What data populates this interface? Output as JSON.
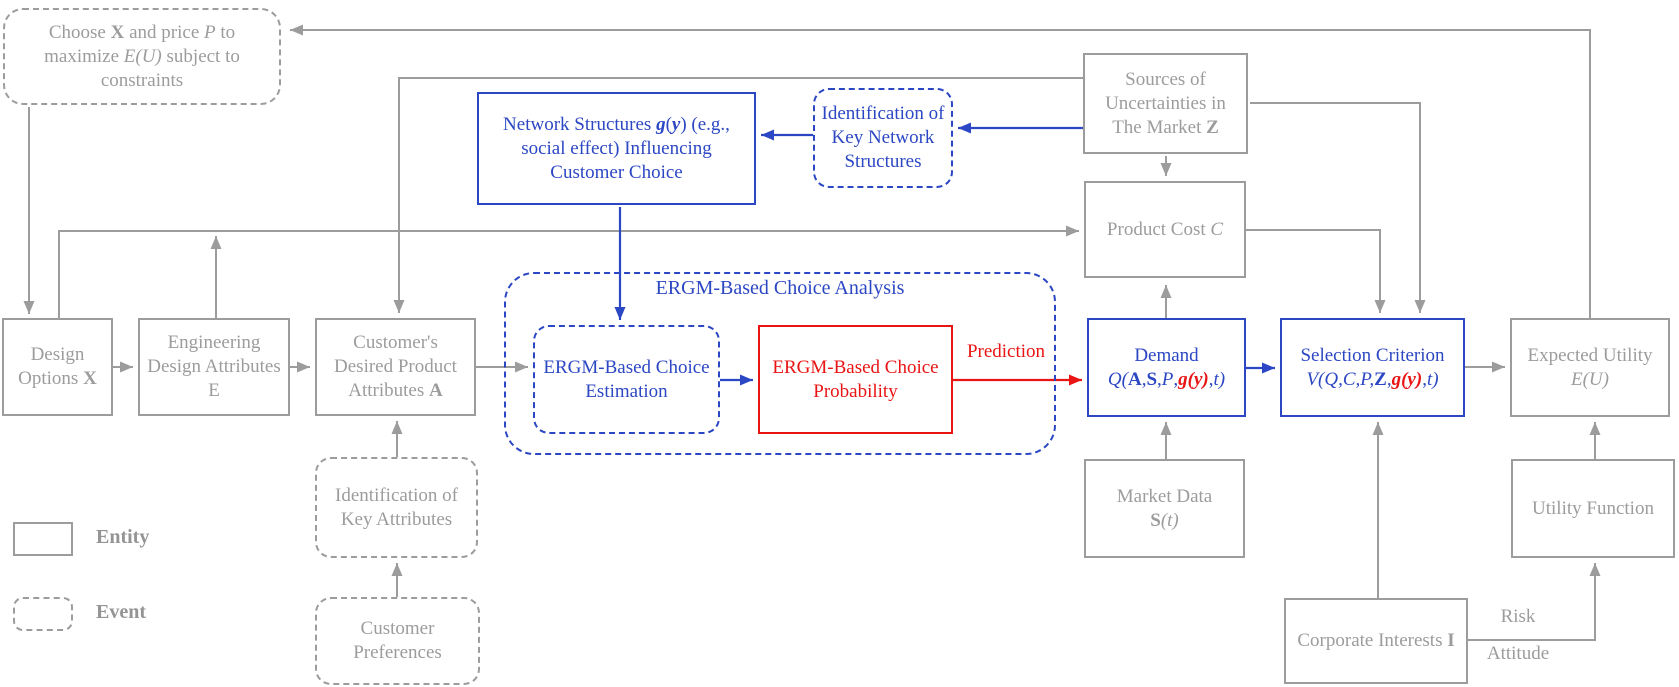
{
  "colors": {
    "gray": "#9c9c9c",
    "blue": "#2c47c3",
    "red": "#e91414"
  },
  "legend": {
    "entity_label": "Entity",
    "event_label": "Event"
  },
  "edge_labels": {
    "prediction": "Prediction",
    "risk": "Risk",
    "attitude": "Attitude"
  },
  "container": {
    "title": "ERGM-Based Choice Analysis"
  },
  "nodes": {
    "choose": [
      {
        "t": "Choose ",
        "s": ""
      },
      {
        "t": "X",
        "s": "b"
      },
      {
        "t": " and price ",
        "s": ""
      },
      {
        "t": "P",
        "s": "i"
      },
      {
        "t": " to maximize ",
        "s": ""
      },
      {
        "t": "E(U)",
        "s": "i"
      },
      {
        "t": " subject to constraints",
        "s": ""
      }
    ],
    "network": [
      {
        "t": "Network Structures ",
        "s": ""
      },
      {
        "t": "g",
        "s": "bi"
      },
      {
        "t": "(",
        "s": ""
      },
      {
        "t": "y",
        "s": "bi"
      },
      {
        "t": ") (e.g., social effect) Influencing Customer Choice",
        "s": ""
      }
    ],
    "ident_network": [
      {
        "t": "Identification of Key Network Structures",
        "s": ""
      }
    ],
    "uncertainties": [
      {
        "t": "Sources of Uncertainties in The Market ",
        "s": ""
      },
      {
        "t": "Z",
        "s": "b"
      }
    ],
    "product_cost": [
      {
        "t": "Product Cost ",
        "s": ""
      },
      {
        "t": "C",
        "s": "i"
      }
    ],
    "design_options": [
      {
        "t": "Design Options ",
        "s": ""
      },
      {
        "t": "X",
        "s": "b"
      }
    ],
    "engineering": [
      {
        "t": "Engineering Design Attributes E",
        "s": ""
      }
    ],
    "customer_attrs": [
      {
        "t": "Customer's Desired Product Attributes ",
        "s": ""
      },
      {
        "t": "A",
        "s": "b"
      }
    ],
    "estimation": [
      {
        "t": "ERGM-Based Choice Estimation",
        "s": ""
      }
    ],
    "probability": [
      {
        "t": "ERGM-Based Choice Probability",
        "s": ""
      }
    ],
    "demand_title": [
      {
        "t": "Demand",
        "s": ""
      }
    ],
    "demand_formula": [
      {
        "t": "Q(",
        "s": "i"
      },
      {
        "t": "A",
        "s": "b"
      },
      {
        "t": ",",
        "s": ""
      },
      {
        "t": "S",
        "s": "b"
      },
      {
        "t": ",",
        "s": ""
      },
      {
        "t": "P",
        "s": "i"
      },
      {
        "t": ",",
        "s": ""
      },
      {
        "t": "g(y)",
        "s": "bir"
      },
      {
        "t": ",",
        "s": ""
      },
      {
        "t": "t",
        "s": "i"
      },
      {
        "t": ")",
        "s": "i"
      }
    ],
    "selection_title": [
      {
        "t": "Selection Criterion",
        "s": ""
      }
    ],
    "selection_formula": [
      {
        "t": "V(Q,C,P,",
        "s": "i"
      },
      {
        "t": "Z",
        "s": "b"
      },
      {
        "t": ",",
        "s": ""
      },
      {
        "t": "g(y)",
        "s": "bir"
      },
      {
        "t": ",",
        "s": ""
      },
      {
        "t": "t",
        "s": "i"
      },
      {
        "t": ")",
        "s": "i"
      }
    ],
    "expected_utility_title": [
      {
        "t": "Expected Utility",
        "s": ""
      }
    ],
    "expected_utility_formula": [
      {
        "t": "E(U)",
        "s": "i"
      }
    ],
    "utility_function": [
      {
        "t": "Utility Function",
        "s": ""
      }
    ],
    "market_data_title": [
      {
        "t": "Market Data",
        "s": ""
      }
    ],
    "market_data_formula": [
      {
        "t": "S",
        "s": "b"
      },
      {
        "t": "(t)",
        "s": "i"
      }
    ],
    "corporate": [
      {
        "t": "Corporate Interests ",
        "s": ""
      },
      {
        "t": "I",
        "s": "b"
      }
    ],
    "ident_attributes": [
      {
        "t": "Identification of Key Attributes",
        "s": ""
      }
    ],
    "customer_prefs": [
      {
        "t": "Customer Preferences",
        "s": ""
      }
    ]
  }
}
